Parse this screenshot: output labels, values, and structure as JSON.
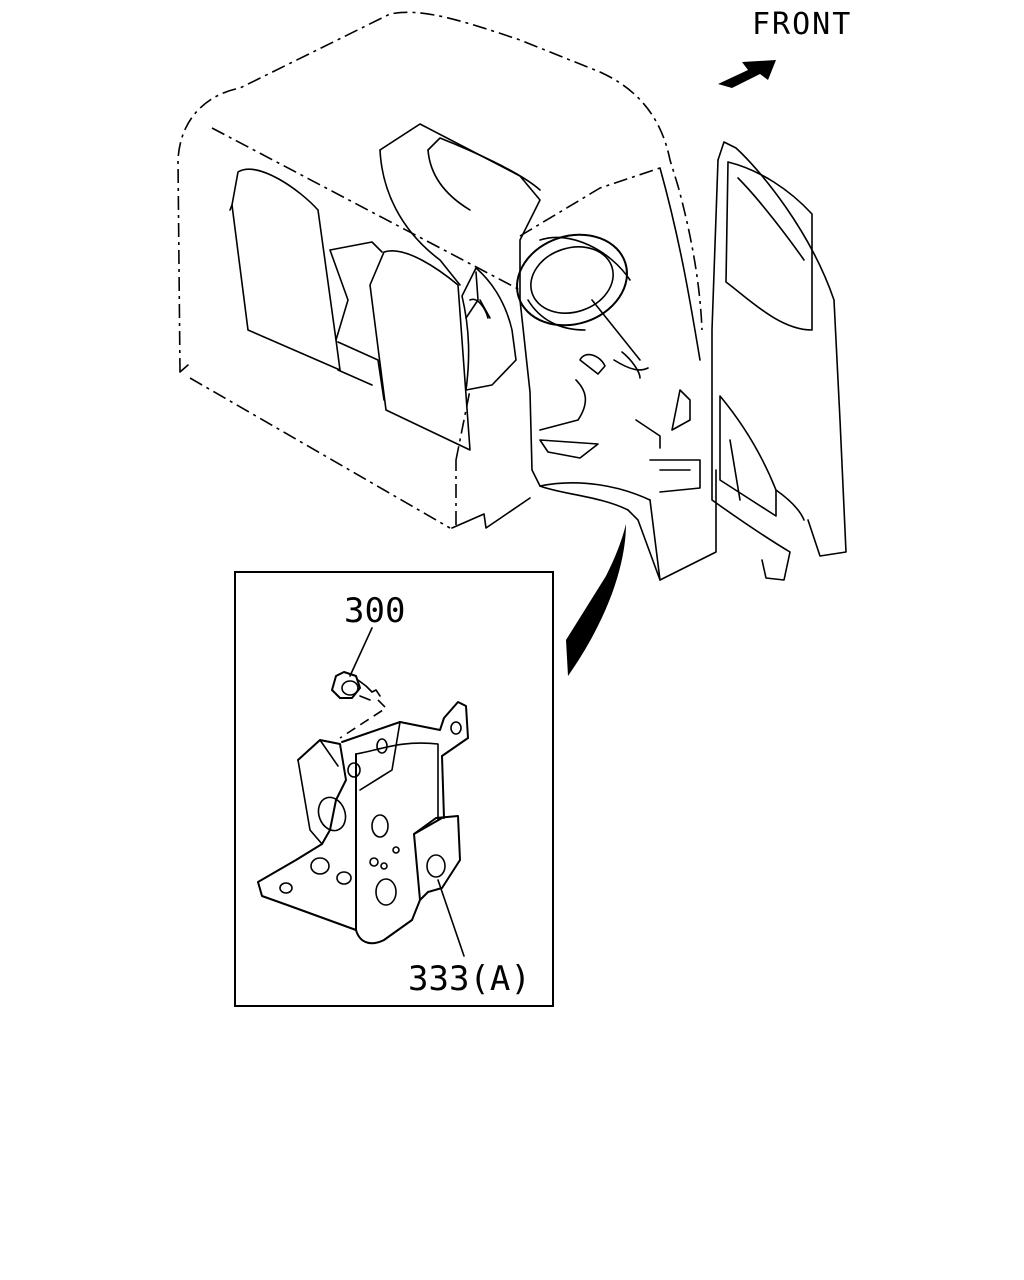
{
  "direction": {
    "label": "FRONT",
    "icon": "front-arrow-icon"
  },
  "callouts": {
    "bolt": "300",
    "bracket": "333(A)"
  }
}
